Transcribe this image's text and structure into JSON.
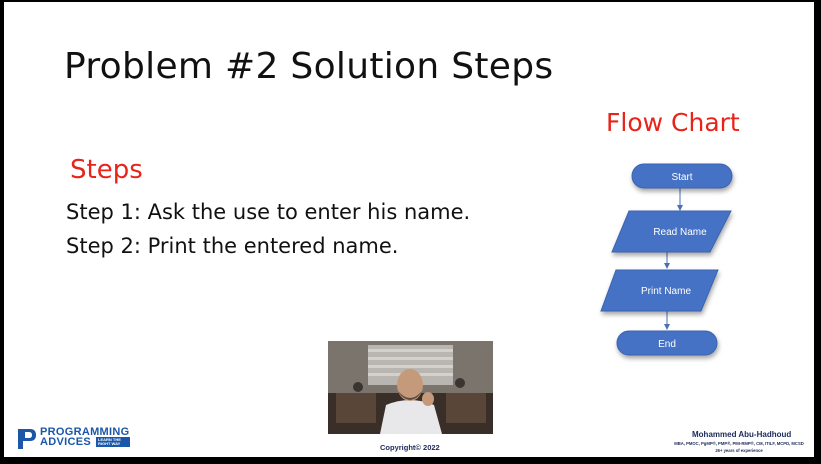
{
  "slide": {
    "title": "Problem #2 Solution Steps",
    "steps_heading": "Steps",
    "steps": [
      "Step 1: Ask the use to enter his name.",
      "Step 2: Print the entered name."
    ]
  },
  "flowchart": {
    "title": "Flow Chart",
    "nodes": [
      {
        "label": "Start",
        "shape": "terminator"
      },
      {
        "label": "Read Name",
        "shape": "parallelogram"
      },
      {
        "label": "Print Name",
        "shape": "parallelogram"
      },
      {
        "label": "End",
        "shape": "terminator"
      }
    ],
    "fill_color": "#4472c4",
    "stroke_color": "#3a64b0"
  },
  "footer": {
    "copyright": "Copyright© 2022",
    "logo_line1": "PROGRAMMING",
    "logo_line2": "ADVICES",
    "logo_tagline": "LEARN THE RIGHT WAY",
    "author_name": "Mohammed Abu-Hadhoud",
    "author_credentials": "MBA, PMOC, PgMP®, PMP®, PMI-RMP®, CM, ITILF, MCPD, MCSD",
    "author_experience": "26+ years of experience"
  },
  "colors": {
    "accent_red": "#e8241a",
    "brand_blue": "#1a57a8"
  }
}
